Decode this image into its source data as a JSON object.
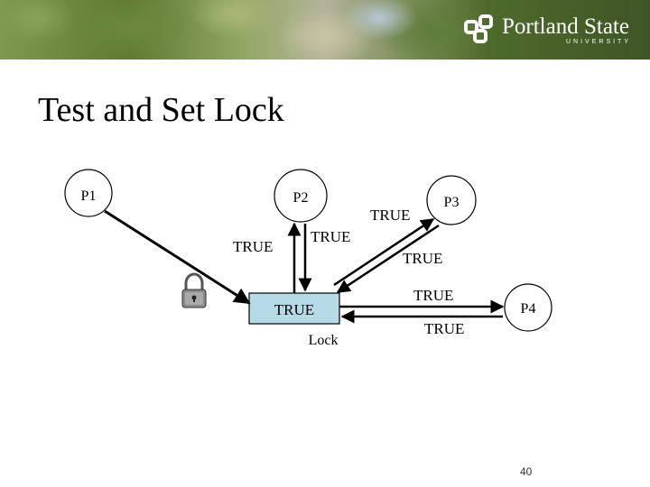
{
  "header": {
    "logo_text": "Portland State",
    "logo_sub": "UNIVERSITY"
  },
  "slide": {
    "title": "Test and Set Lock",
    "page_number": "40"
  },
  "diagram": {
    "processes": [
      {
        "id": "p1",
        "label": "P1"
      },
      {
        "id": "p2",
        "label": "P2"
      },
      {
        "id": "p3",
        "label": "P3"
      },
      {
        "id": "p4",
        "label": "P4"
      }
    ],
    "lock_box": {
      "value": "TRUE",
      "label": "Lock"
    },
    "arrow_labels": {
      "p2_left": "TRUE",
      "p2_right": "TRUE",
      "p3_top": "TRUE",
      "p3_bottom": "TRUE",
      "p4_top": "TRUE",
      "p4_bottom": "TRUE"
    },
    "colors": {
      "lock_box_fill": "#b7dbe6",
      "stroke": "#000000"
    }
  }
}
